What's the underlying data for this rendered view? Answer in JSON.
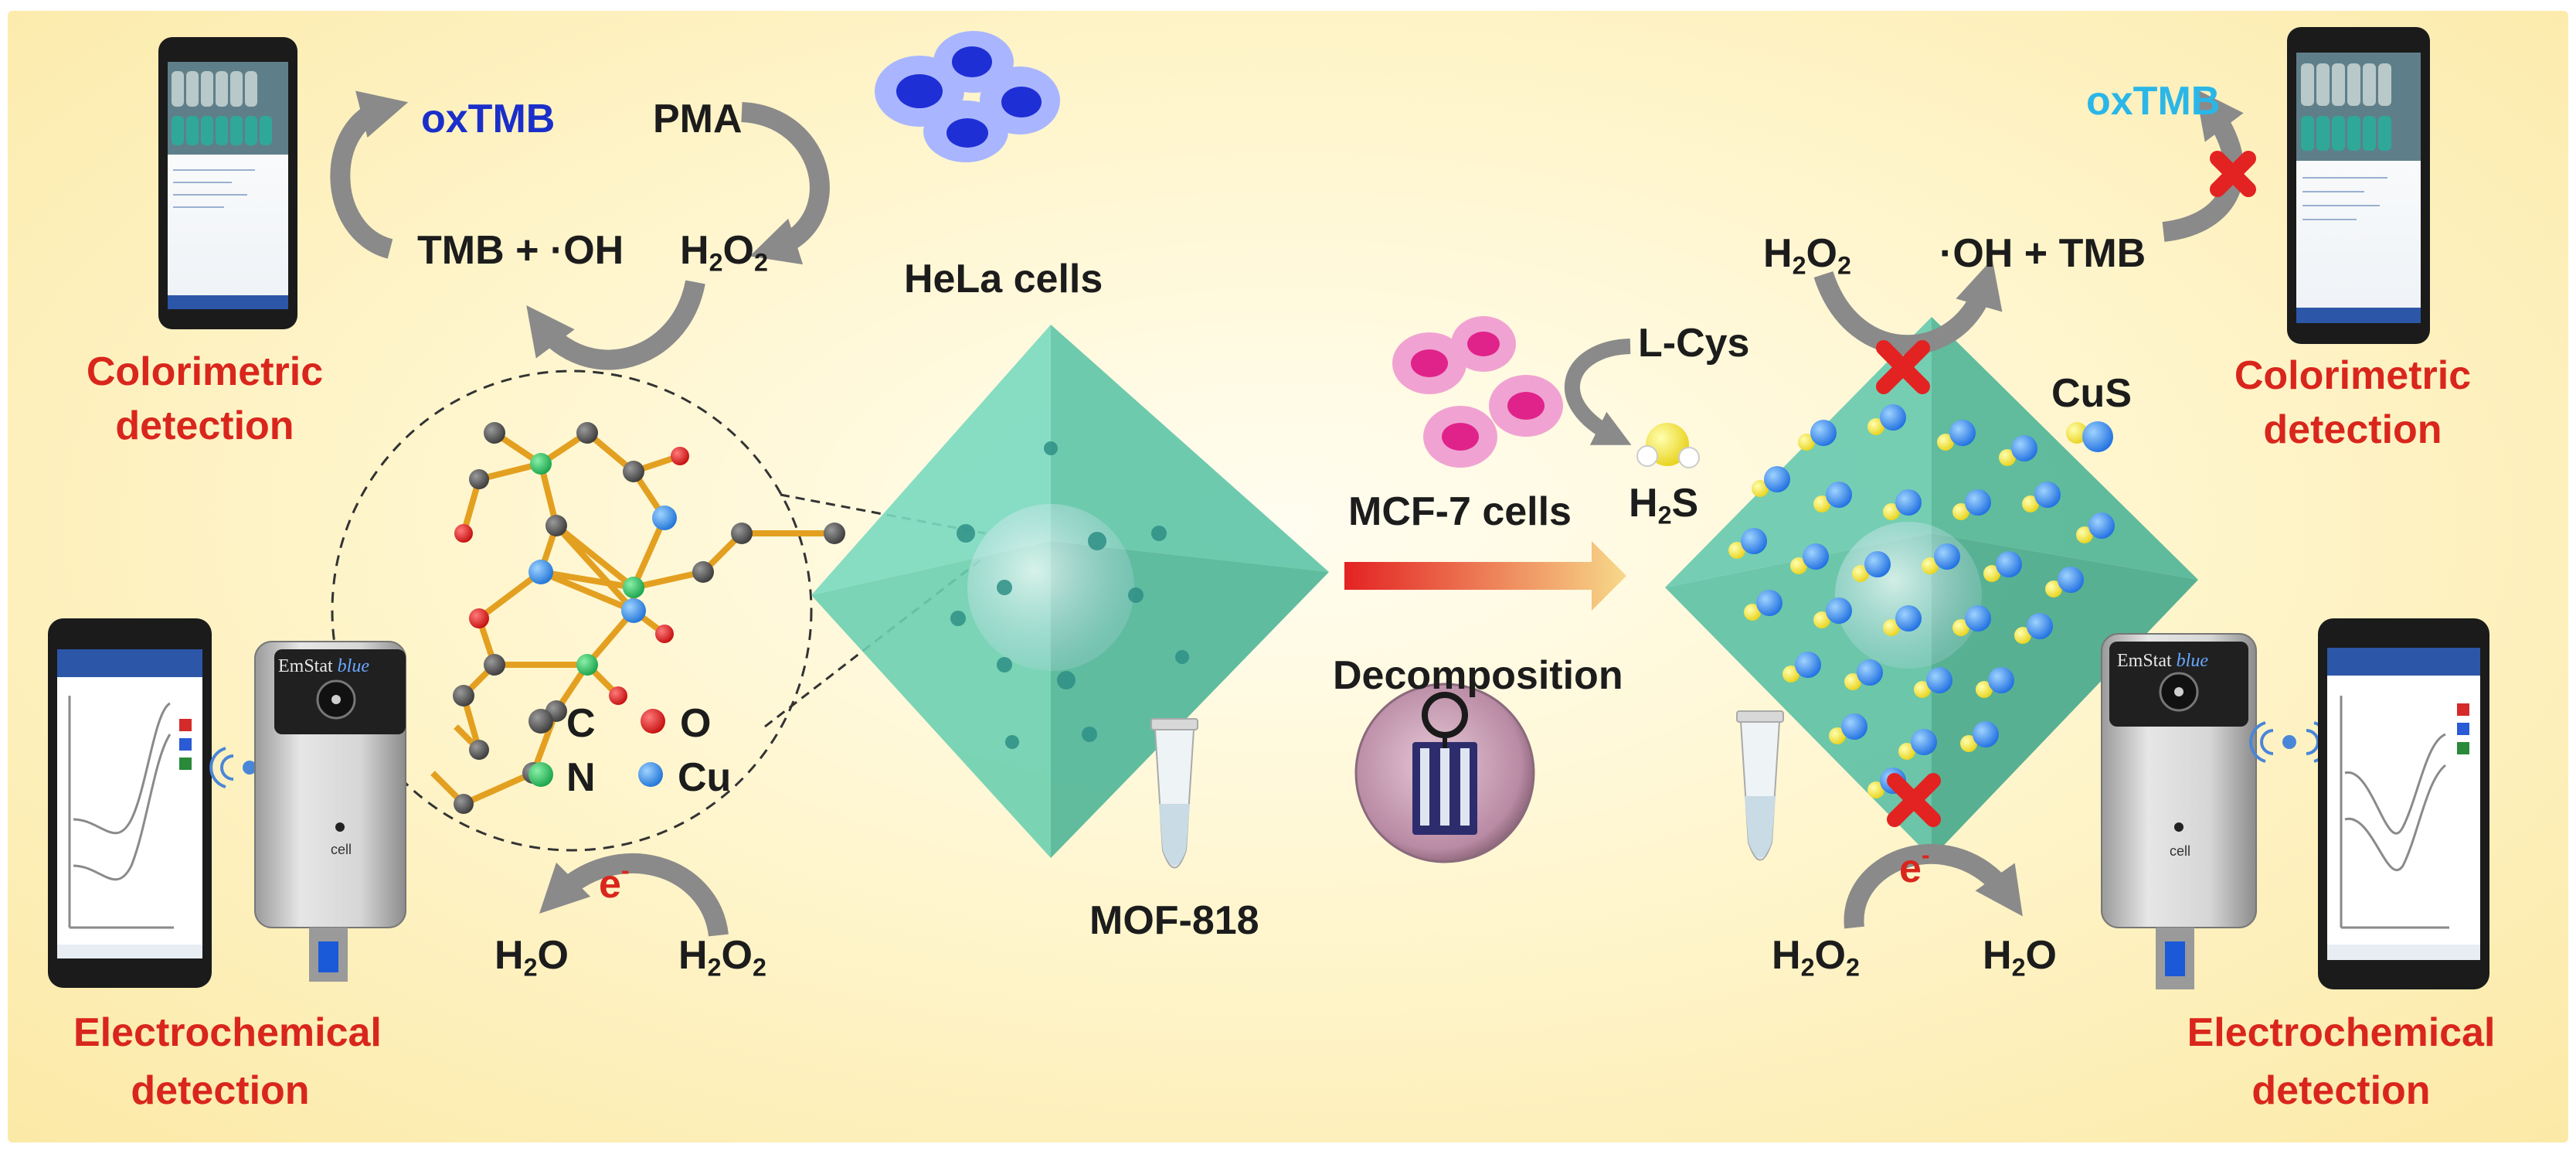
{
  "colors": {
    "background": "#fdf1bd",
    "label_dark": "#1c1c1c",
    "label_red": "#d9261c",
    "oxtmb_left": "#1a2fc9",
    "oxtmb_right": "#2bb6e8",
    "octahedron": "#6ed0b2",
    "arrow_gray": "#8a8a8a",
    "cross": "#e32222",
    "hela_cells": "#2d3fd8",
    "mcf7_cells": "#e0238a",
    "sulfur": "#f2e32b",
    "copper": "#1f6fe0"
  },
  "left": {
    "oxtmb": "oxTMB",
    "pma": "PMA",
    "tmb_oh": "TMB + ·OH",
    "h2o2": {
      "main": "H",
      "s1": "2",
      "mid": "O",
      "s2": "2"
    },
    "hela": "HeLa cells",
    "colorimetric": "Colorimetric",
    "colorimetric_2": "detection",
    "electron": {
      "main": "e",
      "sup": "-"
    },
    "h2o": {
      "main": "H",
      "s1": "2",
      "mid": "O"
    },
    "h2o2_bottom": {
      "main": "H",
      "s1": "2",
      "mid": "O",
      "s2": "2"
    },
    "electrochemical": "Electrochemical",
    "electrochemical_2": "detection",
    "device_brand": "EmStat",
    "device_brand_2": "blue",
    "device_label": "cell"
  },
  "legend": {
    "c": "C",
    "o": "O",
    "n": "N",
    "cu": "Cu"
  },
  "center": {
    "mof": "MOF-818",
    "mcf7": "MCF-7 cells",
    "lcys": "L-Cys",
    "h2s": {
      "main": "H",
      "s1": "2",
      "mid": "S"
    },
    "decomposition": "Decomposition"
  },
  "right": {
    "oxtmb": "oxTMB",
    "h2o2": {
      "main": "H",
      "s1": "2",
      "mid": "O",
      "s2": "2"
    },
    "oh_tmb": "·OH + TMB",
    "cus": "CuS",
    "colorimetric": "Colorimetric",
    "colorimetric_2": "detection",
    "electron": {
      "main": "e",
      "sup": "-"
    },
    "h2o2_bottom": {
      "main": "H",
      "s1": "2",
      "mid": "O",
      "s2": "2"
    },
    "h2o": {
      "main": "H",
      "s1": "2",
      "mid": "O"
    },
    "electrochemical": "Electrochemical",
    "electrochemical_2": "detection",
    "device_brand": "EmStat",
    "device_brand_2": "blue",
    "device_label": "cell"
  }
}
